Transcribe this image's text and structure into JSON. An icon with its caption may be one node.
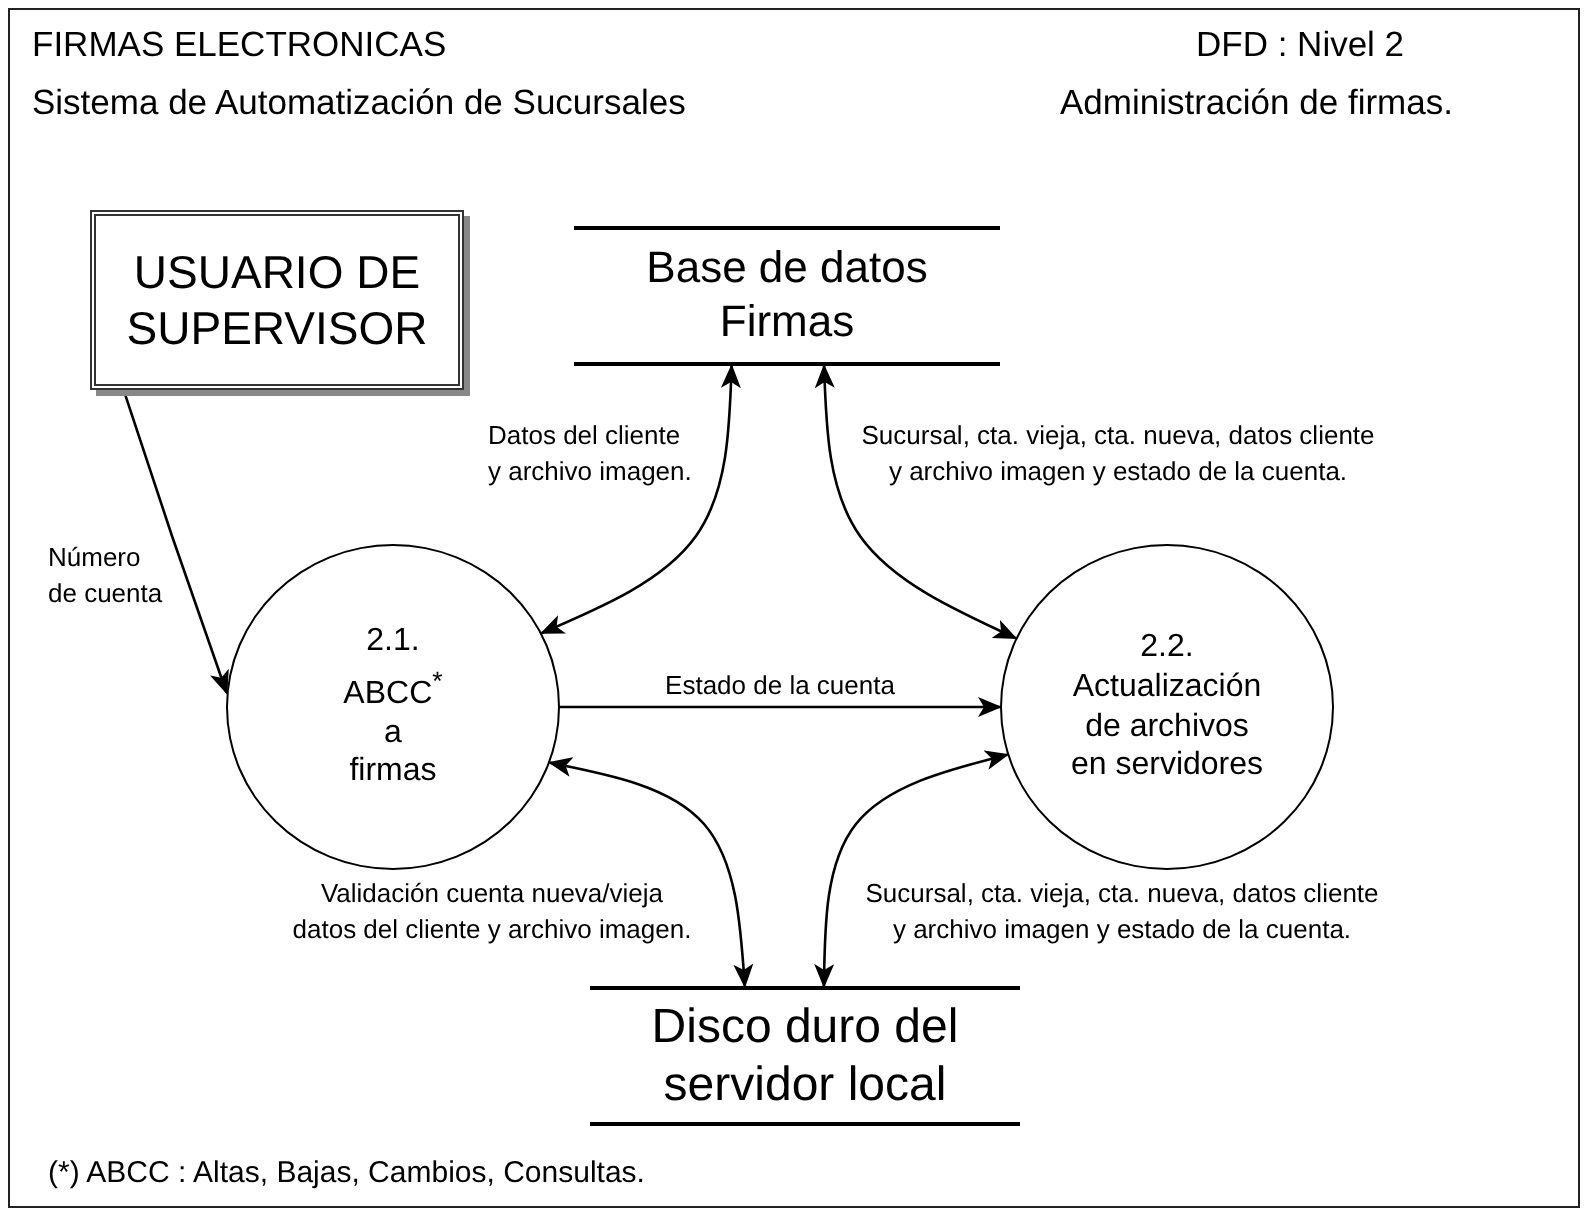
{
  "diagram": {
    "title": "FIRMAS ELECTRONICAS",
    "nodes": [
      {
        "text": [
          "USUARIO DE SUPERVISOR"
        ]
      },
      {
        "text": [
          "Base de datos Firmas"
        ]
      },
      {
        "text": [
          "2.1.",
          "ABCC$^{*}$ a firmas"
        ]
      },
      {
        "text": [
          "2.2.",
          "Actualización de archivos en servidores"
        ]
      },
      {
        "text": [
          "Disco duro del servidor local"
        ]
      }
    ],
    "edges": [
      {
        "from": 0,
        "to": 2,
        "arrow": "to",
        "label": "Número de cuenta"
      },
      {
        "from": 1,
        "to": 2,
        "arrow": "both",
        "label": "Datos del cliente y archivo imagen."
      },
      {
        "from": 1,
        "to": 3,
        "arrow": "both",
        "label": "Sucursal, cta. vieja, cta. nueva, datos cliente y archivo imagen y estado de la cuenta."
      },
      {
        "from": 2,
        "to": 3,
        "arrow": "to",
        "label": "Estado de la cuenta"
      },
      {
        "from": 4,
        "to": 2,
        "arrow": "both",
        "label": "Validación cuenta nueva/vieja datos del cliente y archivo imagen."
      },
      {
        "from": 4,
        "to": 3,
        "arrow": "both",
        "label": "Sucursal, cta. vieja, cta. nueva, datos cliente y archivo imagen y estado de la cuenta."
      }
    ],
    "labels": [
      "Sistema de Automatización de Sucursales",
      "DFD : Nivel 2",
      "Administración de firmas.",
      "(*) ABCC : Altas, Bajas, Cambios, Consultas."
    ]
  }
}
